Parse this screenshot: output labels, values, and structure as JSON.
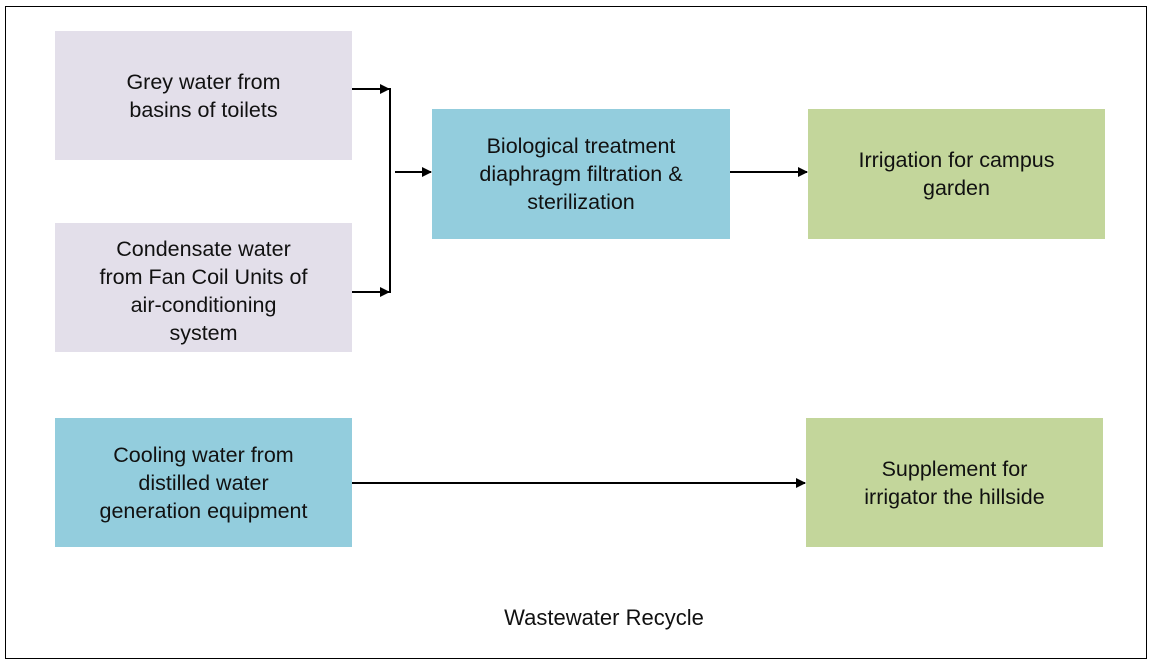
{
  "diagram": {
    "caption": "Wastewater Recycle",
    "colors": {
      "source_lavender": "#e3dfea",
      "process_blue": "#93cddd",
      "output_green": "#c3d69b",
      "line": "#000000"
    },
    "nodes": {
      "grey_water": {
        "label": "Grey water from\nbasins of toilets",
        "category": "source"
      },
      "condensate": {
        "label": "Condensate water\nfrom Fan Coil Units of\nair-conditioning\nsystem",
        "category": "source"
      },
      "treatment": {
        "label": "Biological treatment\ndiaphragm filtration &\nsterilization",
        "category": "process"
      },
      "campus_irrigation": {
        "label": "Irrigation for campus\ngarden",
        "category": "output"
      },
      "cooling_water": {
        "label": "Cooling water from\ndistilled water\ngeneration equipment",
        "category": "process"
      },
      "hillside_supplement": {
        "label": "Supplement for\nirrigator the hillside",
        "category": "output"
      }
    },
    "edges": [
      {
        "from": "grey_water",
        "to": "treatment",
        "type": "merge"
      },
      {
        "from": "condensate",
        "to": "treatment",
        "type": "merge"
      },
      {
        "from": "treatment",
        "to": "campus_irrigation",
        "type": "arrow"
      },
      {
        "from": "cooling_water",
        "to": "hillside_supplement",
        "type": "arrow"
      }
    ]
  }
}
